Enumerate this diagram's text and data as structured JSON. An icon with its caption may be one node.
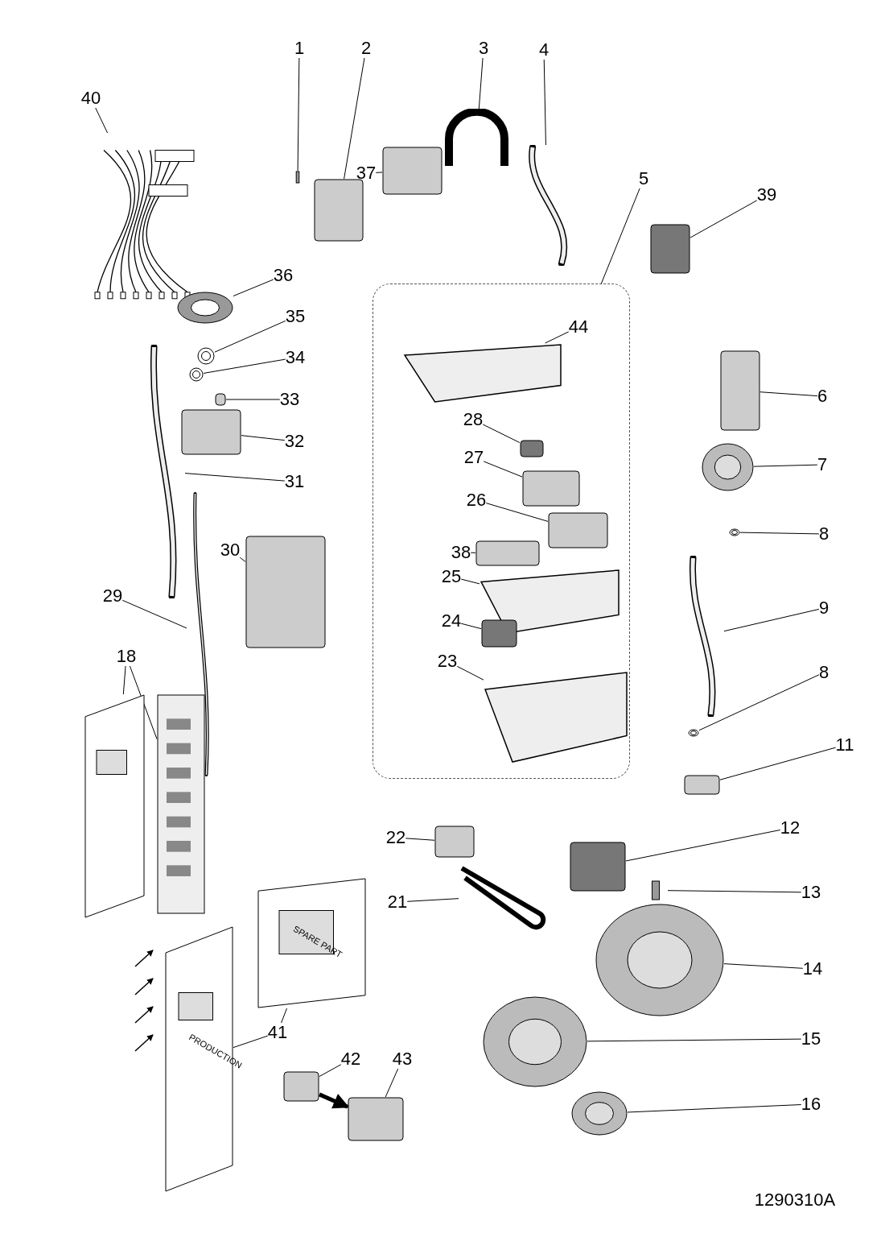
{
  "diagram": {
    "nodes": [
      {
        "text": [
          "40"
        ]
      },
      {
        "text": [],
        "shape": "picture"
      },
      {
        "text": [
          "1"
        ]
      },
      {
        "text": [],
        "shape": "bar"
      },
      {
        "text": [
          "2"
        ]
      },
      {
        "text": [],
        "shape": "box"
      },
      {
        "text": [
          "3"
        ]
      },
      {
        "text": [],
        "shape": "picture"
      },
      {
        "text": [
          "4"
        ]
      },
      {
        "text": [],
        "shape": "picture"
      },
      {
        "text": [
          "37"
        ]
      },
      {
        "text": [],
        "shape": "box"
      },
      {
        "text": [
          "5"
        ]
      },
      {
        "text": [],
        "shape": "box"
      },
      {
        "text": [
          "39"
        ]
      },
      {
        "text": [],
        "shape": "box"
      },
      {
        "text": [
          "36"
        ]
      },
      {
        "text": [],
        "shape": "circle"
      },
      {
        "text": [
          "44"
        ],
        "in": 13
      },
      {
        "text": [],
        "shape": "picture",
        "in": 13
      },
      {
        "text": [
          "35"
        ]
      },
      {
        "text": [],
        "shape": "circle"
      },
      {
        "text": [
          "34"
        ]
      },
      {
        "text": [],
        "shape": "circle"
      },
      {
        "text": [
          "33"
        ]
      },
      {
        "text": [],
        "shape": "box"
      },
      {
        "text": [
          "32"
        ]
      },
      {
        "text": [],
        "shape": "box"
      },
      {
        "text": [
          "31"
        ]
      },
      {
        "text": [],
        "shape": "picture"
      },
      {
        "text": [
          "6"
        ]
      },
      {
        "text": [],
        "shape": "box"
      },
      {
        "text": [
          "28"
        ],
        "in": 13
      },
      {
        "text": [],
        "shape": "box",
        "in": 13
      },
      {
        "text": [
          "7"
        ]
      },
      {
        "text": [],
        "shape": "circle"
      },
      {
        "text": [
          "27"
        ],
        "in": 13
      },
      {
        "text": [],
        "shape": "box",
        "in": 13
      },
      {
        "text": [
          "26"
        ],
        "in": 13
      },
      {
        "text": [],
        "shape": "box",
        "in": 13
      },
      {
        "text": [
          "8"
        ]
      },
      {
        "text": [],
        "shape": "circle"
      },
      {
        "text": [
          "30"
        ]
      },
      {
        "text": [],
        "shape": "box"
      },
      {
        "text": [
          "38"
        ],
        "in": 13
      },
      {
        "text": [],
        "shape": "box",
        "in": 13
      },
      {
        "text": [
          "25"
        ],
        "in": 13
      },
      {
        "text": [],
        "shape": "picture",
        "in": 13
      },
      {
        "text": [
          "29"
        ]
      },
      {
        "text": [],
        "shape": "picture"
      },
      {
        "text": [
          "9"
        ]
      },
      {
        "text": [],
        "shape": "picture"
      },
      {
        "text": [
          "24"
        ],
        "in": 13
      },
      {
        "text": [],
        "shape": "box",
        "in": 13
      },
      {
        "text": [
          "23"
        ],
        "in": 13
      },
      {
        "text": [],
        "shape": "picture",
        "in": 13
      },
      {
        "text": [
          "18"
        ]
      },
      {
        "text": [],
        "shape": "picture"
      },
      {
        "text": [],
        "shape": "picture"
      },
      {
        "text": [
          "8"
        ]
      },
      {
        "text": [],
        "shape": "circle"
      },
      {
        "text": [
          "11"
        ]
      },
      {
        "text": [],
        "shape": "box"
      },
      {
        "text": [
          "12"
        ]
      },
      {
        "text": [],
        "shape": "box"
      },
      {
        "text": [
          "22"
        ]
      },
      {
        "text": [],
        "shape": "box"
      },
      {
        "text": [
          "13"
        ]
      },
      {
        "text": [],
        "shape": "bar"
      },
      {
        "text": [
          "21"
        ]
      },
      {
        "text": [],
        "shape": "picture"
      },
      {
        "text": [
          "14"
        ]
      },
      {
        "text": [],
        "shape": "circle"
      },
      {
        "text": [
          "41"
        ]
      },
      {
        "text": [
          "SPARE PART"
        ]
      },
      {
        "text": [
          "PRODUCTION"
        ]
      },
      {
        "text": [
          "15"
        ]
      },
      {
        "text": [],
        "shape": "circle"
      },
      {
        "text": [
          "42"
        ]
      },
      {
        "text": [],
        "shape": "box"
      },
      {
        "text": [
          "43"
        ]
      },
      {
        "text": [],
        "shape": "box"
      },
      {
        "text": [
          "16"
        ]
      },
      {
        "text": [],
        "shape": "circle"
      }
    ],
    "edges": [
      {
        "from": 0,
        "to": 1,
        "arrow": "none"
      },
      {
        "from": 2,
        "to": 3,
        "arrow": "none"
      },
      {
        "from": 4,
        "to": 5,
        "arrow": "none"
      },
      {
        "from": 6,
        "to": 7,
        "arrow": "none"
      },
      {
        "from": 8,
        "to": 9,
        "arrow": "none"
      },
      {
        "from": 10,
        "to": 11,
        "arrow": "none"
      },
      {
        "from": 12,
        "to": 13,
        "arrow": "none"
      },
      {
        "from": 14,
        "to": 15,
        "arrow": "none"
      },
      {
        "from": 16,
        "to": 17,
        "arrow": "none"
      },
      {
        "from": 18,
        "to": 19,
        "arrow": "none"
      },
      {
        "from": 20,
        "to": 21,
        "arrow": "none"
      },
      {
        "from": 22,
        "to": 23,
        "arrow": "none"
      },
      {
        "from": 24,
        "to": 25,
        "arrow": "none"
      },
      {
        "from": 26,
        "to": 27,
        "arrow": "none"
      },
      {
        "from": 28,
        "to": 29,
        "arrow": "none"
      },
      {
        "from": 30,
        "to": 31,
        "arrow": "none"
      },
      {
        "from": 32,
        "to": 33,
        "arrow": "none"
      },
      {
        "from": 34,
        "to": 35,
        "arrow": "none"
      },
      {
        "from": 36,
        "to": 37,
        "arrow": "none"
      },
      {
        "from": 38,
        "to": 39,
        "arrow": "none"
      },
      {
        "from": 40,
        "to": 41,
        "arrow": "none"
      },
      {
        "from": 42,
        "to": 43,
        "arrow": "none"
      },
      {
        "from": 44,
        "to": 45,
        "arrow": "none"
      },
      {
        "from": 46,
        "to": 47,
        "arrow": "none"
      },
      {
        "from": 48,
        "to": 49,
        "arrow": "none"
      },
      {
        "from": 50,
        "to": 51,
        "arrow": "none"
      },
      {
        "from": 52,
        "to": 53,
        "arrow": "none"
      },
      {
        "from": 54,
        "to": 55,
        "arrow": "none"
      },
      {
        "from": 56,
        "to": 57,
        "arrow": "none"
      },
      {
        "from": 56,
        "to": 58,
        "arrow": "none"
      },
      {
        "from": 59,
        "to": 60,
        "arrow": "none"
      },
      {
        "from": 61,
        "to": 62,
        "arrow": "none"
      },
      {
        "from": 63,
        "to": 64,
        "arrow": "none"
      },
      {
        "from": 65,
        "to": 66,
        "arrow": "none"
      },
      {
        "from": 67,
        "to": 68,
        "arrow": "none"
      },
      {
        "from": 69,
        "to": 70,
        "arrow": "none"
      },
      {
        "from": 71,
        "to": 72,
        "arrow": "none"
      },
      {
        "from": 73,
        "to": 74,
        "arrow": "none"
      },
      {
        "from": 73,
        "to": 75,
        "arrow": "none"
      },
      {
        "from": 76,
        "to": 77,
        "arrow": "none"
      },
      {
        "from": 78,
        "to": 79,
        "arrow": "none"
      },
      {
        "from": 80,
        "to": 81,
        "arrow": "none"
      },
      {
        "from": 82,
        "to": 83,
        "arrow": "none"
      },
      {
        "from": 79,
        "to": 81,
        "arrow": "to",
        "style": "thick"
      }
    ],
    "labels": [
      "1290310A"
    ]
  }
}
